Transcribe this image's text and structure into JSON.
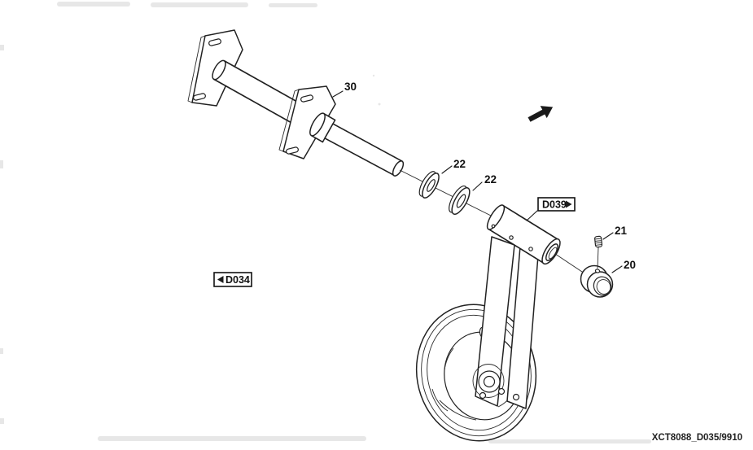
{
  "figure": {
    "drawing_number": "XCT8088_D035/9910",
    "line_color": "#222222",
    "background": "#ffffff"
  },
  "labels": {
    "part_30": "30",
    "part_22a": "22",
    "part_22b": "22",
    "part_21": "21",
    "part_20": "20"
  },
  "ref_tags": {
    "d039": {
      "label": "D039",
      "arrow": "right-triangle"
    },
    "d034": {
      "label": "D034",
      "arrow": "left-triangle"
    }
  },
  "icons": {
    "direction_arrow": "northeast-arrow"
  },
  "parts": {
    "p30": "support-bracket-with-shaft",
    "p22": "flat-washer",
    "p21": "set-screw",
    "p20": "locking-collar",
    "fork": "swivel-fork-with-wheel"
  }
}
